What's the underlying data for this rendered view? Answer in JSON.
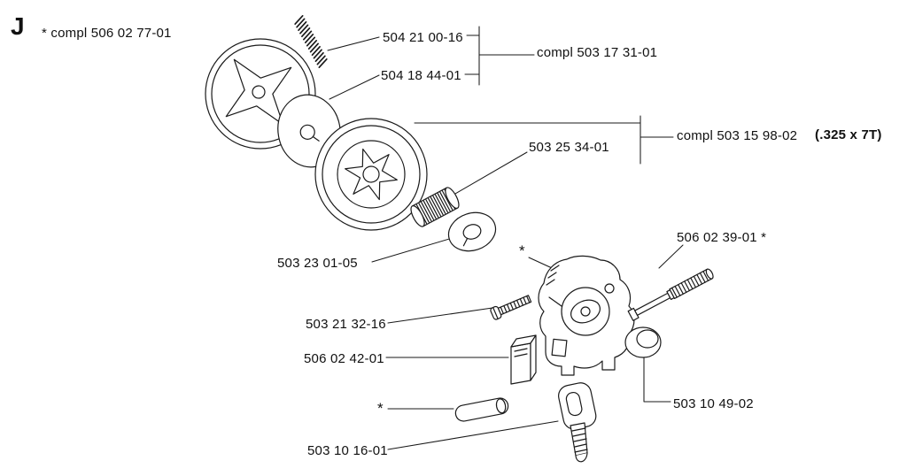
{
  "palette": {
    "ink": "#1a1a1a",
    "background": "#ffffff"
  },
  "header": {
    "section_letter": "J",
    "note": "* compl 506 02 77-01"
  },
  "labels": {
    "spring": "504 21 00-16",
    "clutch_complete": "compl 503 17 31-01",
    "washer_inner": "504 18 44-01",
    "needle_bearing": "503 25 34-01",
    "drum_complete": "compl 503 15 98-02",
    "drum_spec": "(.325 x 7T)",
    "washer_outer": "503 23 01-05",
    "cover_asterisk": "*",
    "tensioner_screw": "506 02 39-01 *",
    "screw": "503 21 32-16",
    "tensioner_block": "506 02 42-01",
    "plug": "503 10 49-02",
    "pin_asterisk": "*",
    "chain_catcher": "503 10 16-01"
  }
}
